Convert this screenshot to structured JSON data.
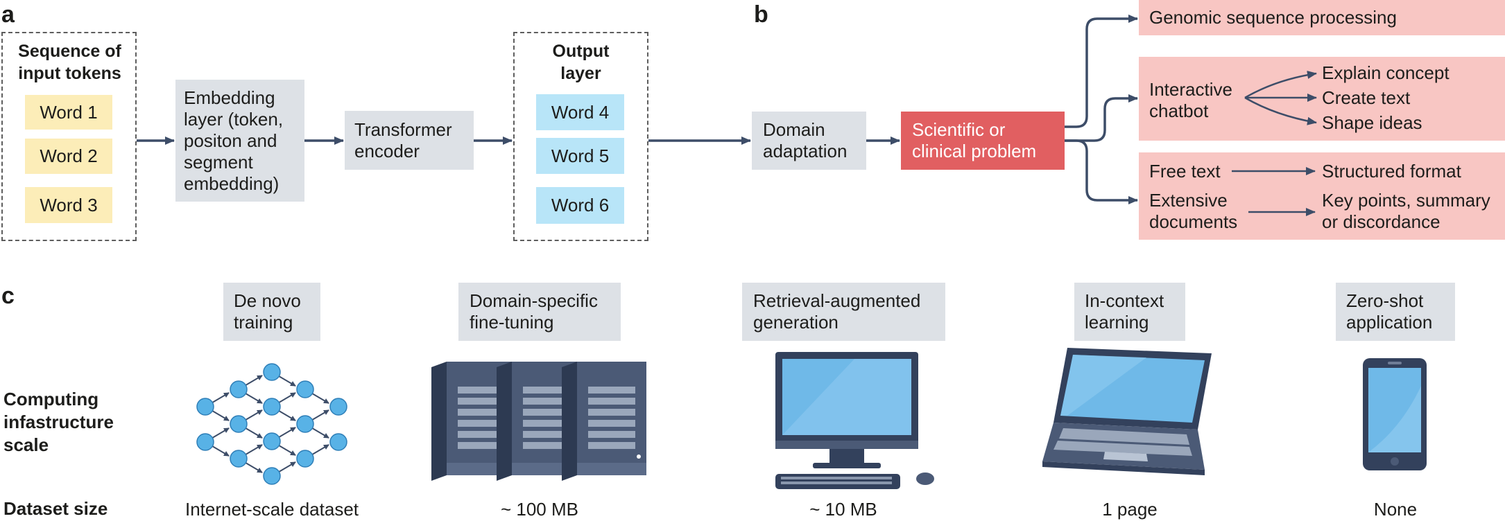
{
  "panel_labels": {
    "a": "a",
    "b": "b",
    "c": "c"
  },
  "panel_a": {
    "input_title": "Sequence of input tokens",
    "input_words": [
      "Word 1",
      "Word 2",
      "Word 3"
    ],
    "embedding": "Embedding layer (token, positon and segment embedding)",
    "transformer": "Transformer encoder",
    "output_title": "Output layer",
    "output_words": [
      "Word 4",
      "Word 5",
      "Word 6"
    ]
  },
  "panel_b": {
    "domain_adaptation": "Domain adaptation",
    "problem": "Scientific or clinical problem",
    "genomic": "Genomic sequence processing",
    "chatbot": "Interactive chatbot",
    "chatbot_outputs": [
      "Explain concept",
      "Create text",
      "Shape ideas"
    ],
    "free_text": "Free text",
    "structured": "Structured format",
    "extensive": "Extensive documents",
    "key_points": "Key points, summary or discordance"
  },
  "panel_c": {
    "row_compute": "Computing infastructure scale",
    "row_dataset": "Dataset size",
    "approaches": [
      {
        "label": "De novo training",
        "dataset": "Internet-scale dataset",
        "icon": "neural-network-icon"
      },
      {
        "label": "Domain-specific fine-tuning",
        "dataset": "~ 100 MB",
        "icon": "server-rack-icon"
      },
      {
        "label": "Retrieval-augmented generation",
        "dataset": "~ 10 MB",
        "icon": "desktop-computer-icon"
      },
      {
        "label": "In-context learning",
        "dataset": "1 page",
        "icon": "laptop-icon"
      },
      {
        "label": "Zero-shot application",
        "dataset": "None",
        "icon": "smartphone-icon"
      }
    ]
  },
  "colors": {
    "gray_box": "#dde1e6",
    "yellow_word": "#fcedb8",
    "blue_word": "#b8e5f8",
    "red_problem": "#e15f61",
    "pink_output": "#f8c6c3",
    "arrow": "#3d4d68"
  }
}
